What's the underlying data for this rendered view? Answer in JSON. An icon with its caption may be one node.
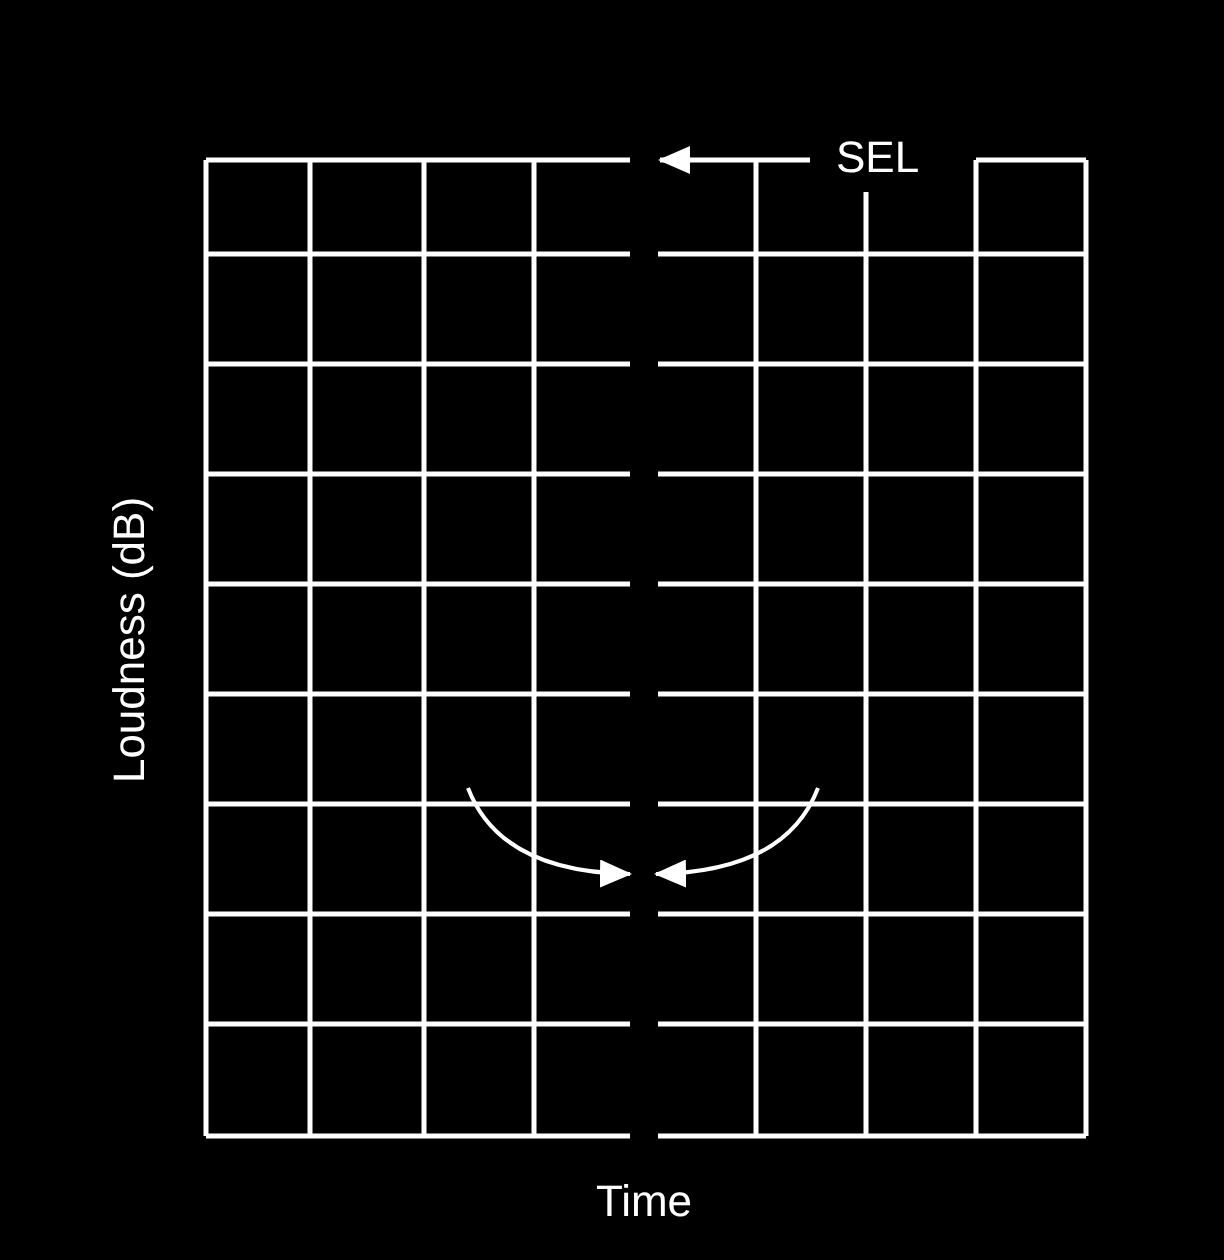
{
  "diagram": {
    "labels": [
      "SEL",
      "Loudness (dB)",
      "Time"
    ]
  }
}
